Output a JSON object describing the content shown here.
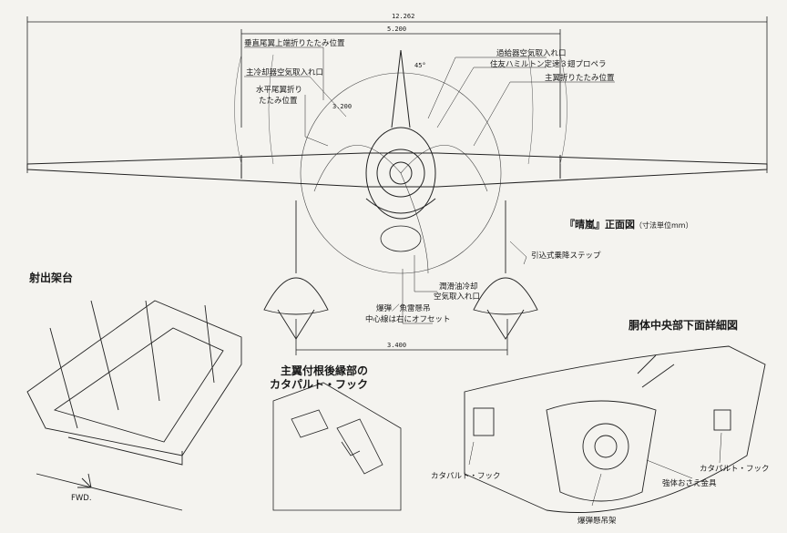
{
  "dimensions": {
    "span_total": "12.262",
    "span_folded": "5.200",
    "float_track": "3.400",
    "angle_tail": "3.200",
    "angle_prop": "45°"
  },
  "callouts": {
    "tail_fold_top": "垂直尾翼上端折りたたみ位置",
    "main_cooler_intake": "主冷却器空気取入れ口",
    "stab_fold_line1": "水平尾翼折り",
    "stab_fold_line2": "たたみ位置",
    "supercharger_intake": "過給器空気取入れ口",
    "propeller": "住友ハミルトン定速３翅プロペラ",
    "wing_fold": "主翼折りたたみ位置",
    "step": "引込式乗降ステップ",
    "oil_cooler_line1": "潤滑油冷却",
    "oil_cooler_line2": "空気取入れ口",
    "bomb_rack_line1": "爆弾／魚雷懸吊",
    "bomb_rack_line2": "中心線は右にオフセット"
  },
  "titles": {
    "front_view": "『晴嵐』正面図",
    "units": "（寸法単位mm）",
    "launcher": "射出架台",
    "hook_line1": "主翼付根後縁部の",
    "hook_line2": "カタパルト・フック",
    "underside": "胴体中央部下面詳細図"
  },
  "detail_labels": {
    "fwd": "FWD.",
    "catapult_hook_left": "カタパルト・フック",
    "catapult_hook_right": "カタパルト・フック",
    "strut_clamp": "強体おさえ金具",
    "bomb_rack": "爆弾懸吊架"
  }
}
